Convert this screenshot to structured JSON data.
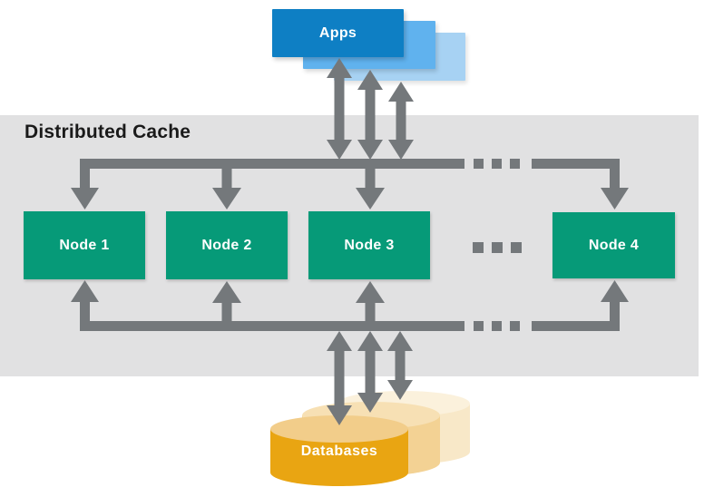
{
  "diagram": {
    "title": "Distributed Cache",
    "apps": {
      "label": "Apps"
    },
    "nodes": [
      {
        "label": "Node 1"
      },
      {
        "label": "Node 2"
      },
      {
        "label": "Node 3"
      },
      {
        "label": "Node 4"
      }
    ],
    "databases": {
      "label": "Databases"
    },
    "ellipsis_style": "three-gray-squares",
    "colors": {
      "band_background": "#e1e1e2",
      "arrow_gray": "#74787b",
      "node_green": "#069a78",
      "apps_front_blue": "#0e7fc4",
      "apps_mid_blue": "#60b2ee",
      "apps_back_blue": "#a7d2f3",
      "database_front_gold": "#e9a512",
      "database_front_top": "#f2cd8a",
      "database_mid": "#f3d294",
      "database_back": "#f8e8c8",
      "title_text": "#1a1a1a"
    }
  }
}
